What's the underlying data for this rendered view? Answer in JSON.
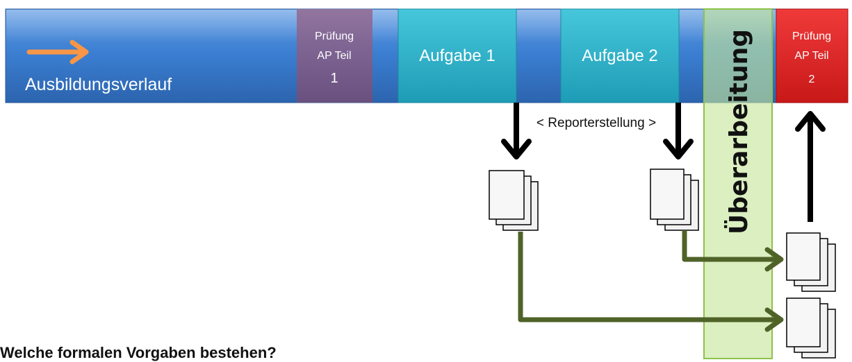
{
  "timeline": {
    "label": "Ausbildungsverlauf",
    "arrow_color": "#F79646",
    "bar_color": "#3A7DD0"
  },
  "segments": {
    "exam1": {
      "line1": "Prüfung",
      "line2": "AP Teil",
      "line3": "1",
      "color": "#7E5A8E"
    },
    "task1": {
      "label": "Aufgabe 1",
      "color": "#2BB5CC"
    },
    "task2": {
      "label": "Aufgabe 2",
      "color": "#2BB5CC"
    },
    "revision": {
      "label": "Überarbeitung",
      "color": "#C5E59A"
    },
    "exam2": {
      "line1": "Prüfung",
      "line2": "AP Teil",
      "line3": "2",
      "color": "#E02424"
    }
  },
  "report_creation": {
    "label": "< Reporterstellung >"
  },
  "flow_arrow_color": "#4F6228",
  "question": {
    "text": "Welche formalen Vorgaben bestehen?"
  }
}
